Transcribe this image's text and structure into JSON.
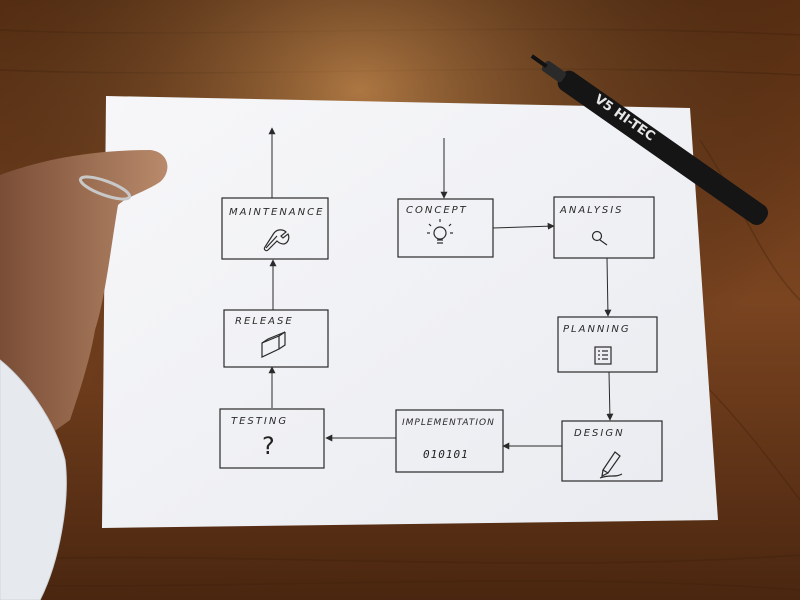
{
  "diagram": {
    "boxes": {
      "concept": {
        "label": "Concept",
        "icon": "lightbulb-icon"
      },
      "analysis": {
        "label": "Analysis",
        "icon": "magnifier-icon"
      },
      "planning": {
        "label": "Planning",
        "icon": "checklist-icon"
      },
      "design": {
        "label": "Design",
        "icon": "pencil-icon"
      },
      "implementation": {
        "label": "Implementation",
        "icon": "binary-icon",
        "binary": "010101"
      },
      "testing": {
        "label": "Testing",
        "icon": "question-icon",
        "mark": "?"
      },
      "release": {
        "label": "Release",
        "icon": "package-icon"
      },
      "maintenance": {
        "label": "Maintenance",
        "icon": "wrench-icon"
      }
    },
    "flow": [
      "Concept",
      "Analysis",
      "Planning",
      "Design",
      "Implementation",
      "Testing",
      "Release",
      "Maintenance"
    ]
  },
  "pen": {
    "brand_text": "V5 HI-TEC",
    "color": "#151515"
  },
  "colors": {
    "table": "#6b3a17",
    "paper": "#f4f5f7",
    "ink": "#2a2a2a",
    "shirt": "#e8ecf0"
  }
}
